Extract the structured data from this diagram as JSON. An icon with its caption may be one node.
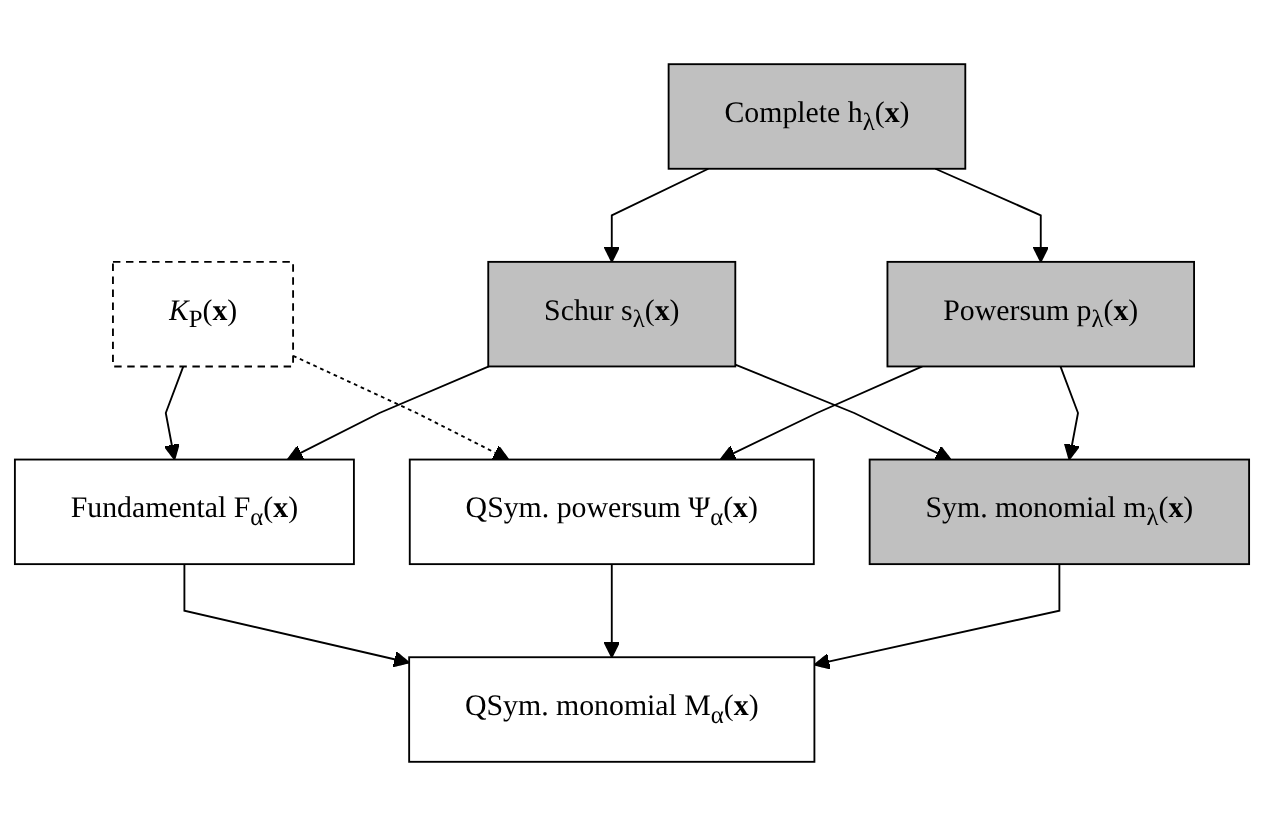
{
  "diagram": {
    "nodes": [
      {
        "text": [
          "Complete h$_{λ}$(**x**)"
        ]
      },
      {
        "text": [
          "*K*$_{P}$(**x**)"
        ]
      },
      {
        "text": [
          "Schur s$_{λ}$(**x**)"
        ]
      },
      {
        "text": [
          "Powersum p$_{λ}$(**x**)"
        ]
      },
      {
        "text": [
          "Fundamental F$_{α}$(**x**)"
        ]
      },
      {
        "text": [
          "QSym. powersum Ψ$_{α}$(**x**)"
        ]
      },
      {
        "text": [
          "Sym. monomial m$_{λ}$(**x**)"
        ]
      },
      {
        "text": [
          "QSym. monomial M$_{α}$(**x**)"
        ]
      }
    ],
    "edges": [
      {
        "from": 0,
        "to": 2,
        "arrow": "to"
      },
      {
        "from": 0,
        "to": 3,
        "arrow": "to"
      },
      {
        "from": 1,
        "to": 4,
        "arrow": "to"
      },
      {
        "from": 1,
        "to": 5,
        "arrow": "to",
        "style": "dashed"
      },
      {
        "from": 2,
        "to": 4,
        "arrow": "to"
      },
      {
        "from": 2,
        "to": 6,
        "arrow": "to"
      },
      {
        "from": 3,
        "to": 5,
        "arrow": "to"
      },
      {
        "from": 3,
        "to": 6,
        "arrow": "to"
      },
      {
        "from": 4,
        "to": 7,
        "arrow": "to"
      },
      {
        "from": 5,
        "to": 7,
        "arrow": "to"
      },
      {
        "from": 6,
        "to": 7,
        "arrow": "to"
      }
    ]
  }
}
